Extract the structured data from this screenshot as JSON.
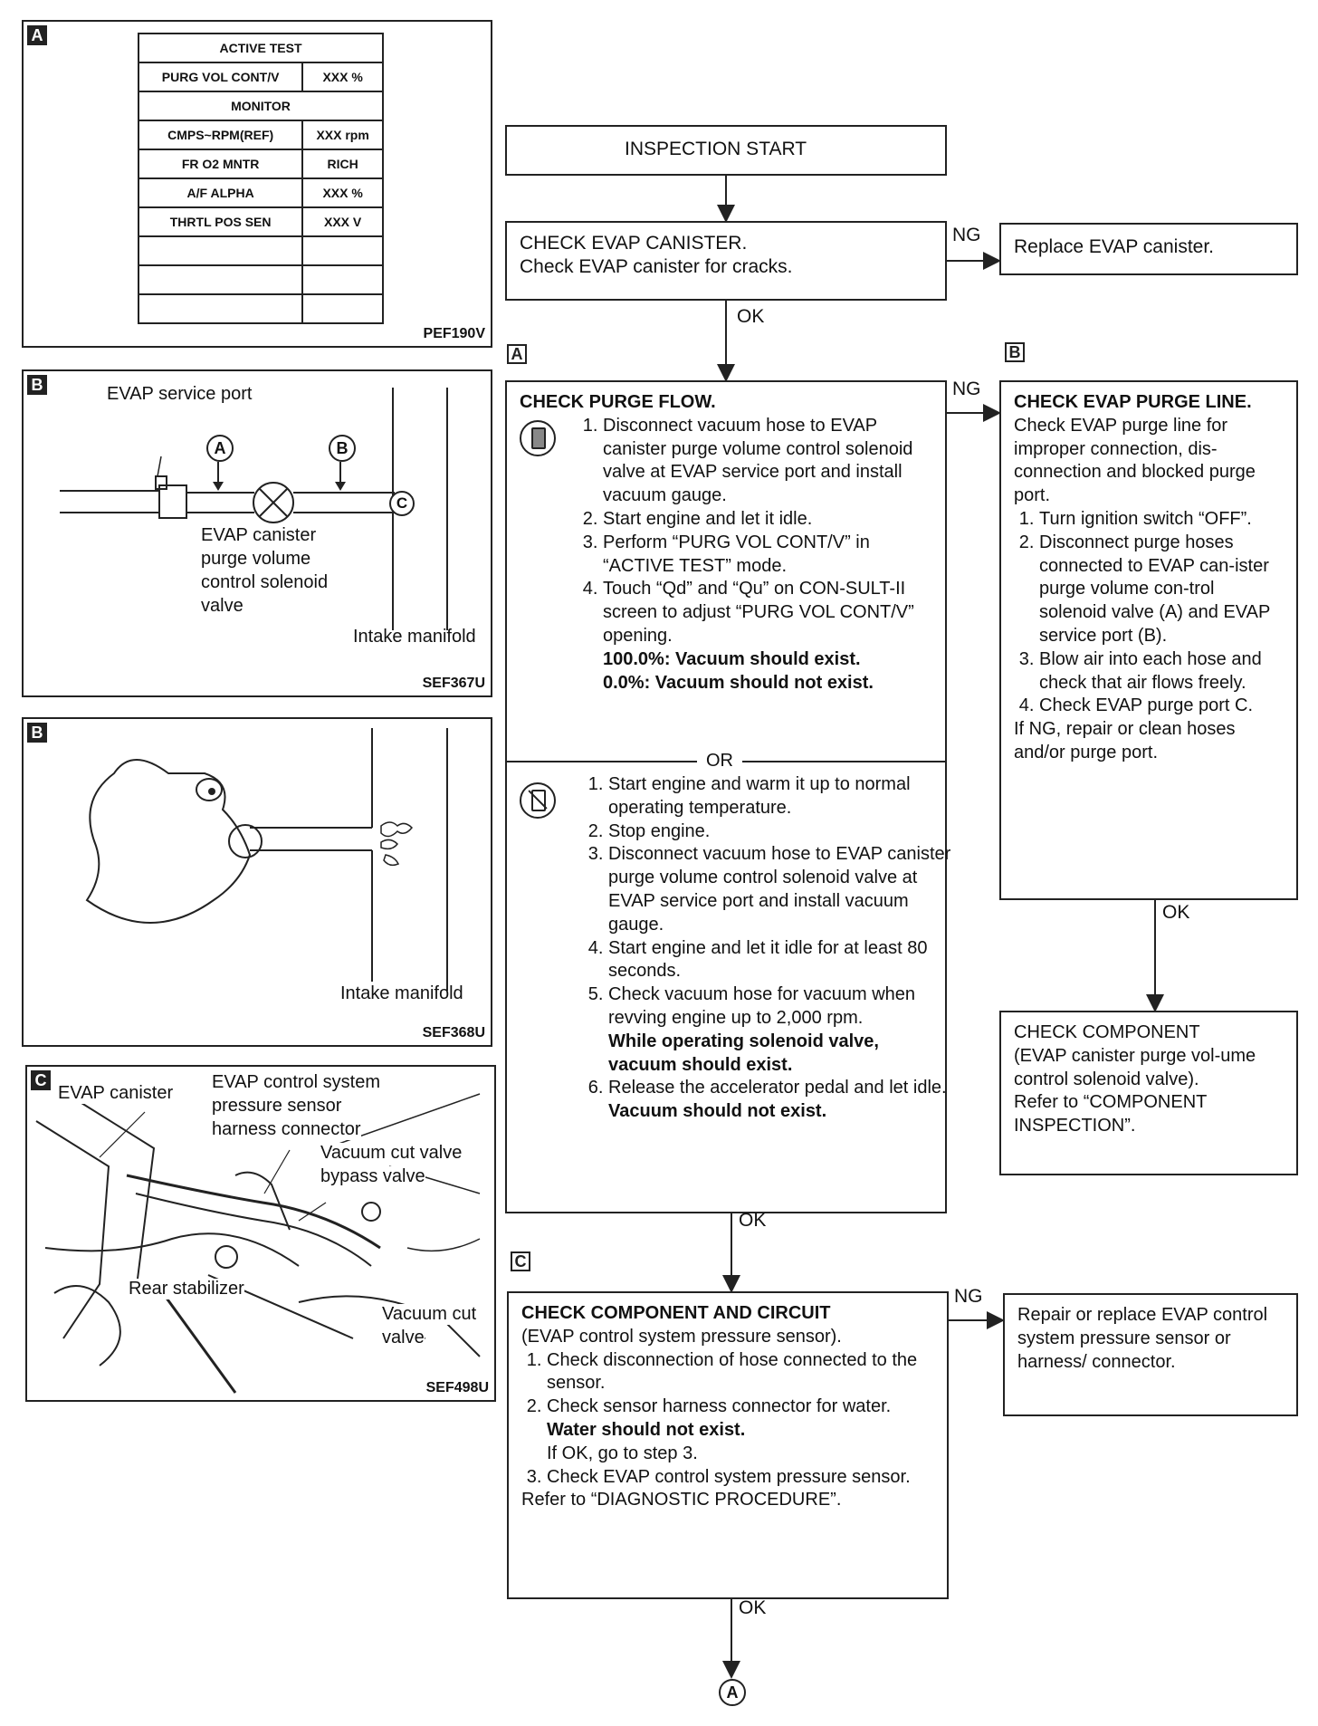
{
  "panel_a": {
    "badge": "A",
    "code": "PEF190V",
    "table": {
      "header1": "ACTIVE TEST",
      "row1": [
        "PURG VOL CONT/V",
        "XXX %"
      ],
      "header2": "MONITOR",
      "rows": [
        [
          "CMPS~RPM(REF)",
          "XXX rpm"
        ],
        [
          "FR O2 MNTR",
          "RICH"
        ],
        [
          "A/F ALPHA",
          "XXX %"
        ],
        [
          "THRTL POS SEN",
          "XXX V"
        ]
      ]
    }
  },
  "panel_b1": {
    "badge": "B",
    "code": "SEF367U",
    "labels": {
      "service_port": "EVAP service port",
      "valve": "EVAP canister purge volume control solenoid valve",
      "valve_lines": [
        "EVAP canister",
        "purge volume",
        "control solenoid",
        "valve"
      ],
      "intake": "Intake manifold",
      "a": "A",
      "b": "B",
      "c": "C"
    }
  },
  "panel_b2": {
    "badge": "B",
    "code": "SEF368U",
    "labels": {
      "intake": "Intake manifold"
    }
  },
  "panel_c": {
    "badge": "C",
    "code": "SEF498U",
    "labels": {
      "canister": "EVAP canister",
      "sensor_lines": [
        "EVAP control system",
        "pressure sensor",
        "harness connector"
      ],
      "bypass_lines": [
        "Vacuum cut valve",
        "bypass valve"
      ],
      "stabilizer": "Rear stabilizer",
      "cut_lines": [
        "Vacuum cut",
        "valve"
      ]
    }
  },
  "flow": {
    "start": "INSPECTION START",
    "step1": {
      "title": "CHECK EVAP CANISTER.",
      "text": "Check EVAP canister for cracks."
    },
    "replace": "Replace EVAP canister.",
    "ng": "NG",
    "ok": "OK",
    "badge_a": "A",
    "badge_b": "B",
    "badge_c": "C",
    "purge": {
      "title": "CHECK PURGE FLOW.",
      "items1": [
        "Disconnect vacuum hose to EVAP canister purge volume control solenoid valve at EVAP service port and install vacuum gauge.",
        "Start engine and let it idle.",
        "Perform “PURG VOL CONT/V” in “ACTIVE TEST” mode.",
        "Touch “Qd” and “Qu” on CON-SULT-II screen to adjust “PURG VOL CONT/V” opening."
      ],
      "result1": "100.0%: Vacuum should exist.",
      "result2": "0.0%: Vacuum should not exist.",
      "or": "OR",
      "items2": [
        "Start engine and warm it up to normal operating temperature.",
        "Stop engine.",
        "Disconnect vacuum hose to EVAP canister purge volume control solenoid valve at EVAP service port and install vacuum gauge.",
        "Start engine and let it idle for at least 80 seconds.",
        "Check vacuum hose for vacuum when revving engine up to 2,000 rpm.",
        "Release the accelerator pedal and let idle."
      ],
      "bold5": "While operating solenoid valve, vacuum should exist.",
      "bold6": "Vacuum should not exist."
    },
    "purge_line": {
      "title": "CHECK EVAP PURGE LINE.",
      "intro": "Check EVAP purge line for improper connection, dis-connection and blocked purge port.",
      "items": [
        "Turn ignition switch “OFF”.",
        "Disconnect purge hoses connected to EVAP can-ister purge volume con-trol solenoid valve (A) and EVAP service port (B).",
        "Blow air into each hose and check that air flows freely.",
        "Check EVAP purge port C."
      ],
      "outro": "If NG, repair or clean hoses and/or purge port."
    },
    "component": {
      "title": "CHECK COMPONENT",
      "text": "(EVAP canister purge vol-ume control solenoid valve).",
      "refer": "Refer to “COMPONENT INSPECTION”."
    },
    "circuit": {
      "title": "CHECK COMPONENT AND CIRCUIT",
      "sub": "(EVAP control system pressure sensor).",
      "item1": "Check disconnection of hose connected to the sensor.",
      "item2": "Check sensor harness connector for water.",
      "item2_bold": "Water should not exist.",
      "item2_tail": "If OK, go to step 3.",
      "item3": "Check EVAP control system pressure sensor.",
      "refer": "Refer to “DIAGNOSTIC PROCEDURE”."
    },
    "repair": "Repair or replace EVAP control system pressure sensor or harness/ connector.",
    "end": "A"
  }
}
